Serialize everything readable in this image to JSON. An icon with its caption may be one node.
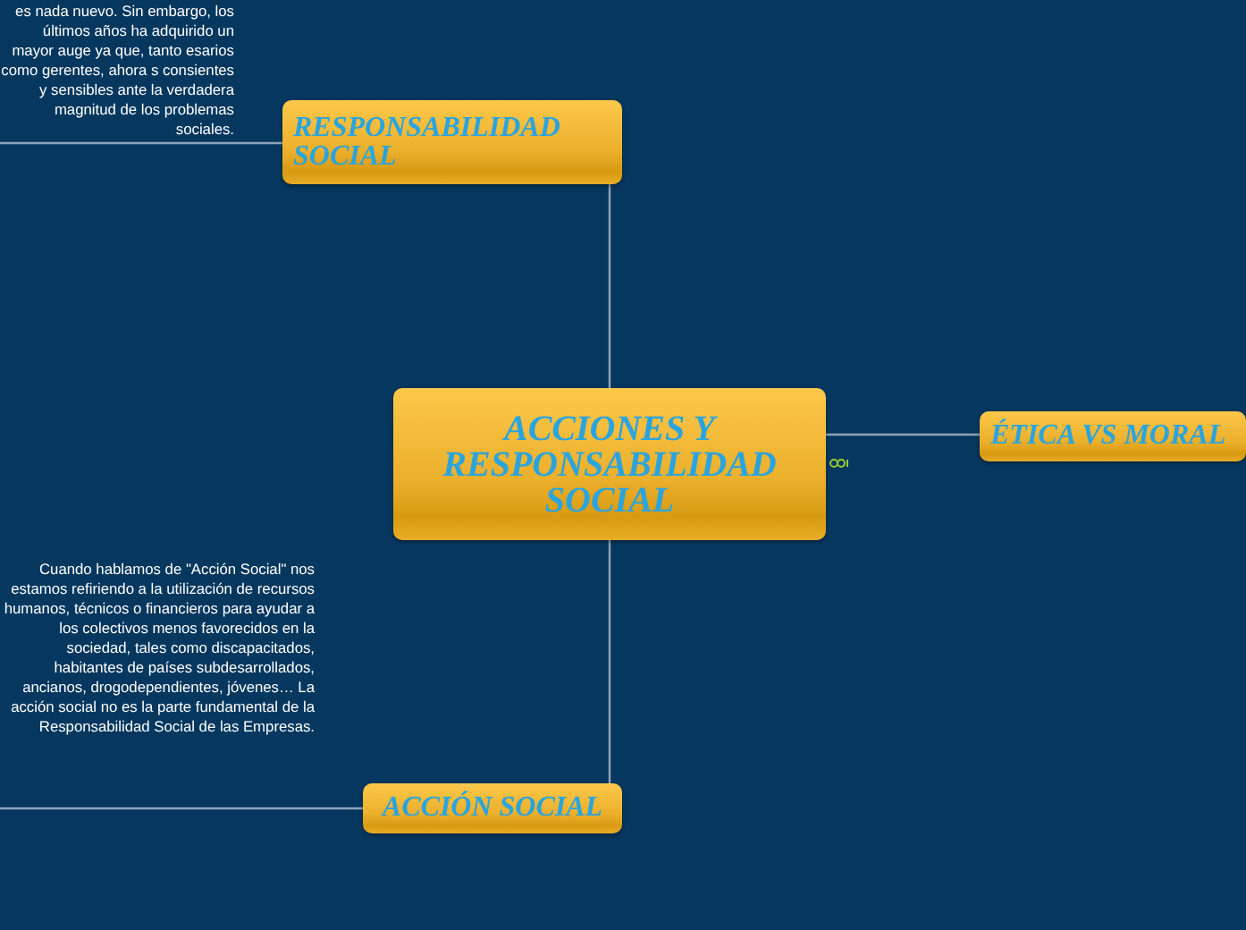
{
  "diagram": {
    "nodes": [
      {
        "text": [
          "ACCIONES Y RESPONSABILIDAD SOCIAL"
        ]
      },
      {
        "text": [
          "RESPONSABILIDAD SOCIAL"
        ]
      },
      {
        "text": [
          "es nada nuevo. Sin embargo, los últimos años ha adquirido un mayor auge ya que, tanto esarios como gerentes, ahora s consientes y sensibles ante la verdadera magnitud de los problemas sociales."
        ]
      },
      {
        "text": [
          "ÉTICA VS MORAL"
        ]
      },
      {
        "text": [
          "ACCIÓN SOCIAL"
        ]
      },
      {
        "text": [
          "Cuando hablamos de \"Acción Social\" nos estamos refiriendo a la utilización de recursos humanos, técnicos o financieros para ayudar a los colectivos menos favorecidos en la sociedad, tales como discapacitados, habitantes de países subdesarrollados, ancianos, drogodependientes, jóvenes… La acción social no es la parte fundamental de la Responsabilidad Social de las Empresas."
        ]
      }
    ],
    "edges": [
      {
        "from": 0,
        "to": 1,
        "arrow": "none"
      },
      {
        "from": 1,
        "to": 2,
        "arrow": "none"
      },
      {
        "from": 0,
        "to": 3,
        "arrow": "none"
      },
      {
        "from": 0,
        "to": 4,
        "arrow": "none"
      },
      {
        "from": 4,
        "to": 5,
        "arrow": "none"
      }
    ]
  }
}
